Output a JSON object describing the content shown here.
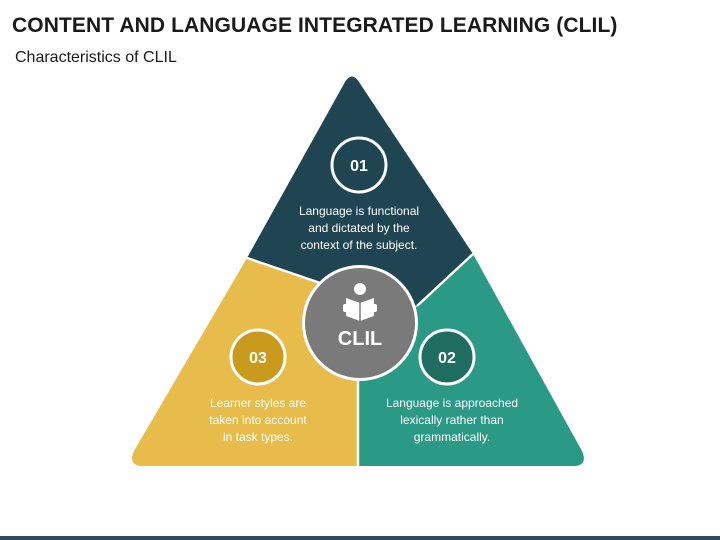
{
  "header": {
    "title": "CONTENT AND LANGUAGE INTEGRATED LEARNING (CLIL)",
    "subtitle": "Characteristics of CLIL"
  },
  "center": {
    "label": "CLIL",
    "icon": "reader-icon",
    "color": "#7a7a7a"
  },
  "segments": [
    {
      "number": "01",
      "lines": [
        "Language is functional",
        "and dictated by the",
        "context of the subject."
      ],
      "color": "#1f4552"
    },
    {
      "number": "02",
      "lines": [
        "Language is approached",
        "lexically rather than",
        "grammatically."
      ],
      "color": "#2a9a87"
    },
    {
      "number": "03",
      "lines": [
        "Learner styles are",
        "taken into account",
        "in task types."
      ],
      "color": "#e7bc4a"
    }
  ],
  "colors": {
    "title": "#1a1a1a",
    "bottom_bar": "#2f4a5a",
    "badge_ring": "#ffffff"
  }
}
